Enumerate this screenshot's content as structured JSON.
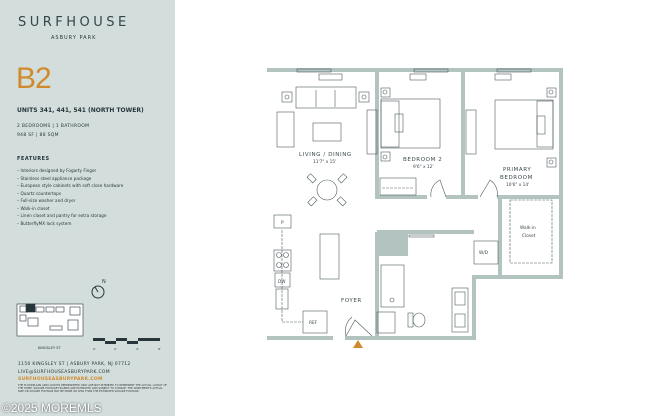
{
  "brand": {
    "name": "SURFHOUSE",
    "location": "ASBURY PARK"
  },
  "unit": {
    "code": "B2",
    "units": "UNITS 341, 441, 541 (NORTH TOWER)",
    "rooms": "2 BEDROOMS | 1 BATHROOM",
    "size": "948 SF | 88 SQM"
  },
  "features": {
    "heading": "FEATURES",
    "items": [
      "Interiors designed by Fogarty Finger",
      "Stainless steel appliance package",
      "European style cabinets with soft close hardware",
      "Quartz countertops",
      "Full-size washer and dryer",
      "Walk-in closet",
      "Linen closet and pantry for extra storage",
      "ButterflyMX lock system"
    ]
  },
  "compass": "N",
  "site": {
    "street": "KINGSLEY ST",
    "scale": [
      "0'",
      "2'",
      "4'",
      "8'"
    ]
  },
  "contact": {
    "address": "1150 KINGSLEY ST | ASBURY PARK, NJ 07712",
    "email": "LIVE@SURFHOUSEASBURYPARK.COM",
    "website": "SURFHOUSEASBURYPARK.COM"
  },
  "disclaimer": "THE FLOORPLANS AND LAYOUTS REPRESENTED ONLY ARE NOT INTENDED TO REPRESENT THE ACTUAL LAYOUT OF THE HOME. SQUARE FOOTAGE FIGURES ARE ESTIMATED AND SUBJECT TO CHANGE. THE APARTMENT'S ACTUAL SIZE OR SQUARE FOOTAGE MAY BE MORE OR LESS THAN THE ESTIMATED SQUARE FOOTAGE.",
  "watermark": "©2025 MOREMLS",
  "rooms": {
    "living": {
      "name": "LIVING / DINING",
      "dim": "11'7\" x 15'"
    },
    "bedroom2": {
      "name": "BEDROOM 2",
      "dim": "9'6\" x 12'"
    },
    "primary": {
      "name1": "PRIMARY",
      "name2": "BEDROOM",
      "dim": "10'6\" x 14'"
    },
    "closet": {
      "name1": "Walk-in",
      "name2": "Closet"
    },
    "foyer": "FOYER",
    "wd": "W/D",
    "ref": "REF",
    "dw": "DW",
    "pantry": "P"
  },
  "colors": {
    "accent": "#d08a2c",
    "panel": "#d3dedc",
    "wall": "#b3c4c0"
  }
}
